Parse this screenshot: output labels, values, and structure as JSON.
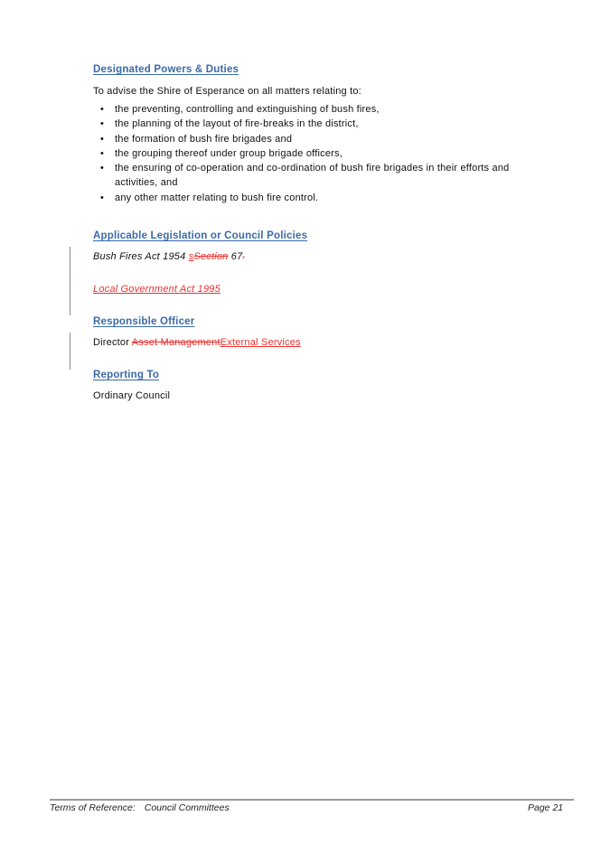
{
  "sections": {
    "powers": {
      "heading": "Designated Powers & Duties",
      "intro": "To advise the Shire of Esperance on all matters relating to:",
      "bullets": [
        "the preventing, controlling and extinguishing of bush fires,",
        "the planning of the layout of fire-breaks in the district,",
        "the formation of bush fire brigades and",
        "the grouping thereof under group brigade officers,",
        "the ensuring of co-operation and co-ordination of bush fire brigades in their efforts and activities, and",
        "any other matter relating to bush fire control."
      ]
    },
    "legislation": {
      "heading": "Applicable Legislation or Council Policies",
      "line1_base": "Bush Fires Act 1954 ",
      "line1_inserted": "s",
      "line1_deleted": "Section",
      "line1_tail": " 67",
      "line1_deleted_mark": ".",
      "line2_inserted": "Local Government Act 1995"
    },
    "officer": {
      "heading": "Responsible Officer",
      "base": "Director ",
      "deleted": "Asset Management",
      "inserted": "External Services"
    },
    "reporting": {
      "heading": "Reporting To",
      "value": "Ordinary Council"
    }
  },
  "footer": {
    "left_label": "Terms of Reference:",
    "left_title": "Council Committees",
    "page": "Page 21"
  },
  "colors": {
    "heading": "#3a6aa8",
    "revision": "#e8312f",
    "change_bar": "#8a8a8a"
  }
}
